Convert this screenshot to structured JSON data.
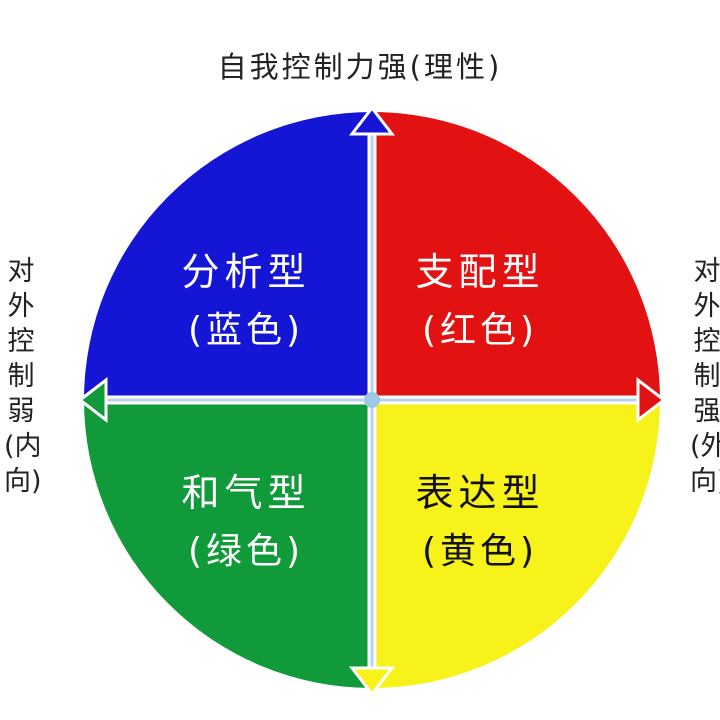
{
  "top_label": "自我控制力强(理性)",
  "left_label": "对外控制弱(内向)",
  "right_label": "对外控制强(外向)",
  "quadrants": {
    "top_left": {
      "title": "分析型",
      "subtitle": "(蓝色)",
      "color": "#1515d6"
    },
    "top_right": {
      "title": "支配型",
      "subtitle": "(红色)",
      "color": "#e31212"
    },
    "bottom_left": {
      "title": "和气型",
      "subtitle": "(绿色)",
      "color": "#119a3a"
    },
    "bottom_right": {
      "title": "表达型",
      "subtitle": "(黄色)",
      "color": "#f6f21a"
    }
  },
  "axis_color": "#ffffff"
}
